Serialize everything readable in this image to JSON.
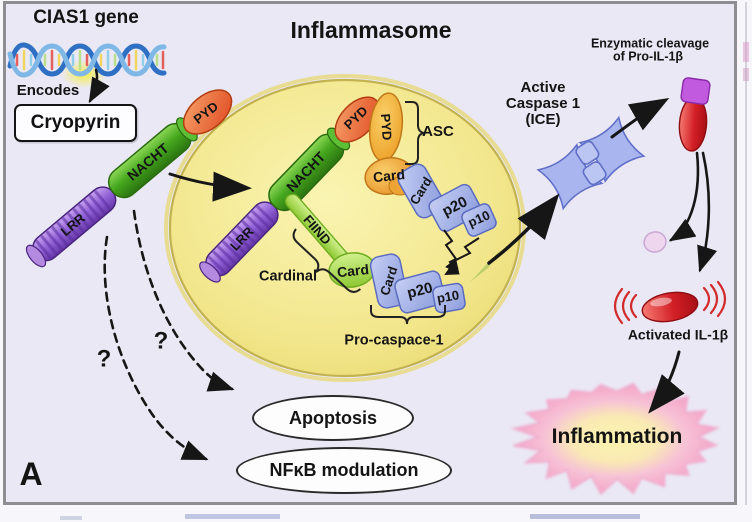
{
  "panel": {
    "label": "A"
  },
  "gene_section": {
    "title": "CIAS1 gene",
    "encodes_label": "Encodes",
    "protein_name": "Cryopyrin"
  },
  "inflammasome": {
    "title": "Inflammasome"
  },
  "domains": {
    "pyd": "PYD",
    "nacht": "NACHT",
    "lrr": "LRR",
    "fiind": "FIIND",
    "card": "Card",
    "p20": "p20",
    "p10": "p10"
  },
  "annotations": {
    "asc": "ASC",
    "cardinal": "Cardinal",
    "pro_caspase1": "Pro-caspace-1",
    "active_caspase": {
      "line1": "Active",
      "line2": "Caspase 1",
      "line3": "(ICE)"
    },
    "cleavage": {
      "line1": "Enzymatic cleavage",
      "line2": "of Pro-IL-1β"
    },
    "activated_il1b": "Activated IL-1β",
    "question_mark": "?"
  },
  "outcomes": {
    "inflammation": "Inflammation",
    "apoptosis": "Apoptosis",
    "nfkb_modulation": "NFκB modulation"
  },
  "colors": {
    "background": "#eae8f4",
    "cell_fill": "#f2e68c",
    "nacht_green": "#46a81e",
    "lrr_purple": "#9061d6",
    "pyd_red": "#e8542c",
    "pyd_yellow": "#f0a830",
    "card_orange": "#f0a030",
    "fiind_lime": "#a5dc46",
    "caspase_blue": "#9fade8",
    "il1b_red": "#d31f26",
    "cap_purple": "#c25ae0",
    "inflammation_pink": "#f5a8c8"
  }
}
